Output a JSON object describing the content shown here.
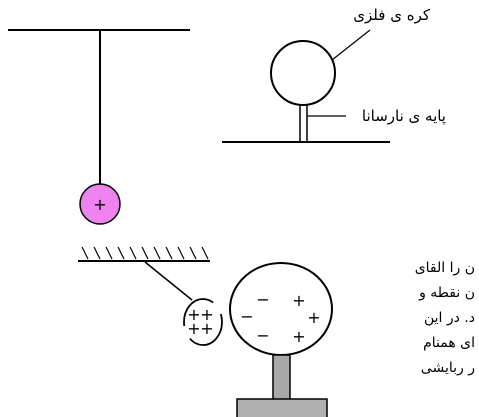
{
  "labels": {
    "metal_sphere": "کره ی فلزی",
    "insulating_stand": "پایه ی نارسانا"
  },
  "signs": {
    "pendulum_charge": "+",
    "plus": "+",
    "minus": "−"
  },
  "paragraph_lines": [
    "ن را القای",
    "ن نقطه و",
    "د. در این",
    "ای همنام",
    "ر ربایشی"
  ],
  "colors": {
    "line": "#000000",
    "pendulum_ball": "#ee82ee",
    "stand": "#a9a9a9",
    "base": "#b0b0b0"
  }
}
